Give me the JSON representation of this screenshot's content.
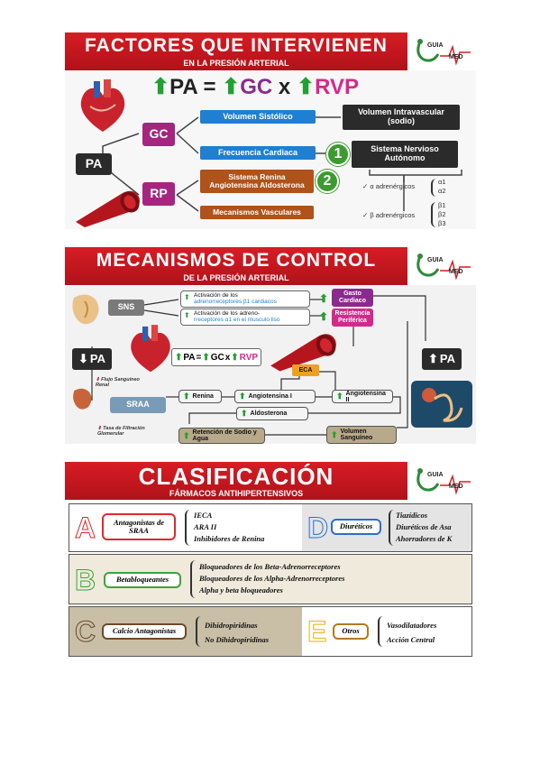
{
  "panel1": {
    "title": "FACTORES QUE INTERVIENEN",
    "subtitle": "EN LA PRESIÓN ARTERIAL",
    "logo_line1": "GUIA",
    "logo_line2": "MED",
    "formula": {
      "pa": "PA",
      "eq": "=",
      "gc": "GC",
      "x": "x",
      "rvp": "RVP"
    },
    "pa": "PA",
    "gc": "GC",
    "rp": "RP",
    "volumen_sistolico": "Volumen Sistólico",
    "volumen_intravascular": "Volumen Intravascular (sodio)",
    "frecuencia_cardiaca": "Frecuencia Cardiaca",
    "badge1": "1",
    "sistema_nervioso": "Sistema Nervioso Autónomo",
    "sistema_renina": "Sistema Renina Angiotensina Aldosterona",
    "badge2": "2",
    "mecanismos_vasculares": "Mecanismos Vasculares",
    "alpha_label": "α adrenérgicos",
    "alpha_items": [
      "α1",
      "α2"
    ],
    "beta_label": "β adrenérgicos",
    "beta_items": [
      "β1",
      "β2",
      "β3"
    ],
    "colors": {
      "gc": "#a4267e",
      "rp": "#a4267e",
      "blue": "#1f7fd0",
      "orange": "#b0521a",
      "dark": "#2b2b2b",
      "green": "#3b9b2f"
    }
  },
  "panel2": {
    "title": "MECANISMOS DE CONTROL",
    "subtitle": "DE LA PRESIÓN ARTERIAL",
    "logo_line1": "GUIA",
    "logo_line2": "MED",
    "sns": "SNS",
    "pa_down": "PA",
    "pa_up": "PA",
    "act1_a": "Activación de los",
    "act1_b": "adrenorreceptores β1 cardiacos",
    "act2_a": "Activación de los adreno-",
    "act2_b": "rreceptores α1 en el musculo liso",
    "gasto": "Gasto Cardiaco",
    "resistencia": "Resistencia Periférica",
    "formula": {
      "pa": "PA",
      "eq": "=",
      "gc": "GC",
      "x": "x",
      "rvp": "RVP"
    },
    "eca": "ECA",
    "flujo": "Flujo Sanguíneo Renal",
    "sraa": "SRAA",
    "renina": "Renina",
    "angio1": "Angiotensina I",
    "angio2": "Angiotensina II",
    "aldosterona": "Aldosterona",
    "tasa": "Tasa de Filtración Glomerular",
    "retencion": "Retención de Sodio y Agua",
    "volumen": "Volumen Sanguíneo"
  },
  "panel3": {
    "title": "CLASIFICACIÓN",
    "subtitle": "FÁRMACOS ANTIHIPERTENSIVOS",
    "logo_line1": "GUIA",
    "logo_line2": "MED",
    "groups": [
      {
        "letter": "A",
        "name": "Antagonistas de SRAA",
        "items": [
          "IECA",
          "ARA II",
          "Inhibidores de Renina"
        ],
        "color": "#e3272d"
      },
      {
        "letter": "D",
        "name": "Diuréticos",
        "items": [
          "Tiazídicos",
          "Diuréticos de Asa",
          "Ahorradores de K"
        ],
        "color": "#2a6fc9"
      },
      {
        "letter": "B",
        "name": "Betabloqueantes",
        "items": [
          "Bloqueadores de los Beta-Adrenorreceptores",
          "Bloqueadores de los Alpha-Adrenorreceptores",
          "Alpha y beta bloqueadores"
        ],
        "color": "#3ea33a"
      },
      {
        "letter": "C",
        "name": "Calcio Antagonistas",
        "items": [
          "Dihidropiridinas",
          "No Dihidropiridinas"
        ],
        "color": "#8a5a2b"
      },
      {
        "letter": "E",
        "name": "Otros",
        "items": [
          "Vasodilatadores",
          "Acción Central"
        ],
        "color": "#e0b21e"
      }
    ]
  }
}
